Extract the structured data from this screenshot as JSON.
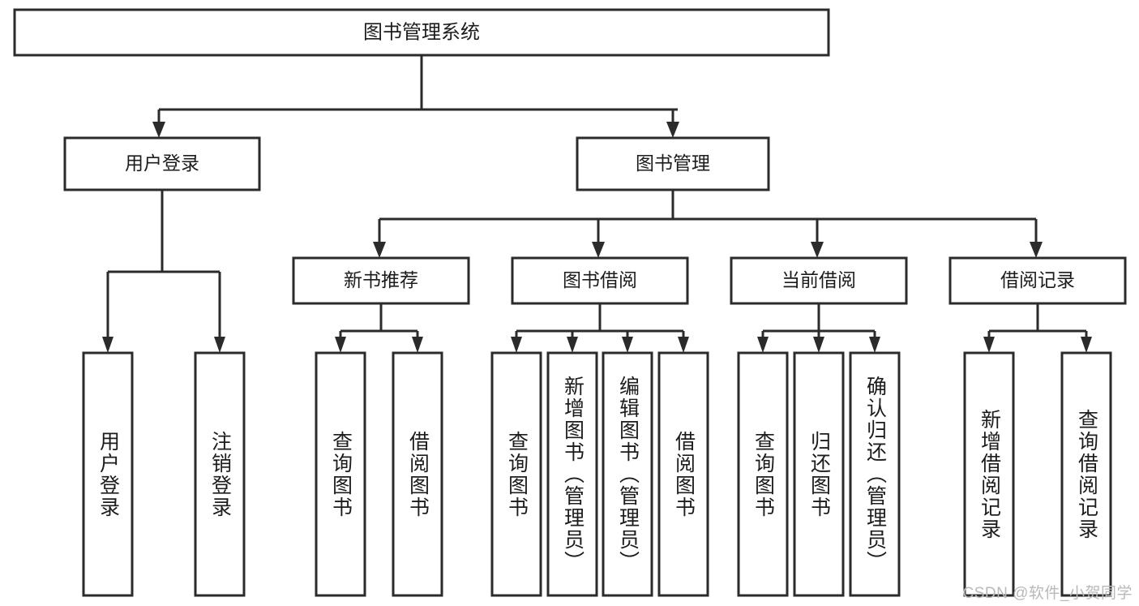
{
  "diagram": {
    "title": "图书管理系统",
    "type": "tree",
    "watermark": "CSDN @软件_小贺同学",
    "colors": {
      "box_fill": "#ffffff",
      "box_stroke": "#2b2b2b",
      "text": "#1c1c1c",
      "watermark": "#b9b9b9",
      "background": "#ffffff"
    },
    "levels": {
      "root": {
        "label": "图书管理系统"
      },
      "level1": [
        {
          "id": "user-login",
          "label": "用户登录"
        },
        {
          "id": "book-manage",
          "label": "图书管理"
        }
      ],
      "level2": [
        {
          "id": "new-book-rec",
          "label": "新书推荐",
          "parent": "book-manage"
        },
        {
          "id": "book-borrow",
          "label": "图书借阅",
          "parent": "book-manage"
        },
        {
          "id": "current-borrow",
          "label": "当前借阅",
          "parent": "book-manage"
        },
        {
          "id": "borrow-record",
          "label": "借阅记录",
          "parent": "book-manage"
        }
      ],
      "leaves": [
        {
          "id": "leaf-user-login",
          "label": "用户登录",
          "parent": "user-login"
        },
        {
          "id": "leaf-user-logout",
          "label": "注销登录",
          "parent": "user-login"
        },
        {
          "id": "leaf-query-book-1",
          "label": "查询图书",
          "parent": "new-book-rec"
        },
        {
          "id": "leaf-borrow-book-1",
          "label": "借阅图书",
          "parent": "new-book-rec"
        },
        {
          "id": "leaf-query-book-2",
          "label": "查询图书",
          "parent": "book-borrow"
        },
        {
          "id": "leaf-add-book",
          "label": "新增图书（管理员）",
          "parent": "book-borrow"
        },
        {
          "id": "leaf-edit-book",
          "label": "编辑图书（管理员）",
          "parent": "book-borrow"
        },
        {
          "id": "leaf-borrow-book-2",
          "label": "借阅图书",
          "parent": "book-borrow"
        },
        {
          "id": "leaf-query-book-3",
          "label": "查询图书",
          "parent": "current-borrow"
        },
        {
          "id": "leaf-return-book",
          "label": "归还图书",
          "parent": "current-borrow"
        },
        {
          "id": "leaf-confirm-return",
          "label": "确认归还（管理员）",
          "parent": "current-borrow"
        },
        {
          "id": "leaf-add-record",
          "label": "新增借阅记录",
          "parent": "borrow-record"
        },
        {
          "id": "leaf-query-record",
          "label": "查询借阅记录",
          "parent": "borrow-record"
        }
      ]
    }
  }
}
